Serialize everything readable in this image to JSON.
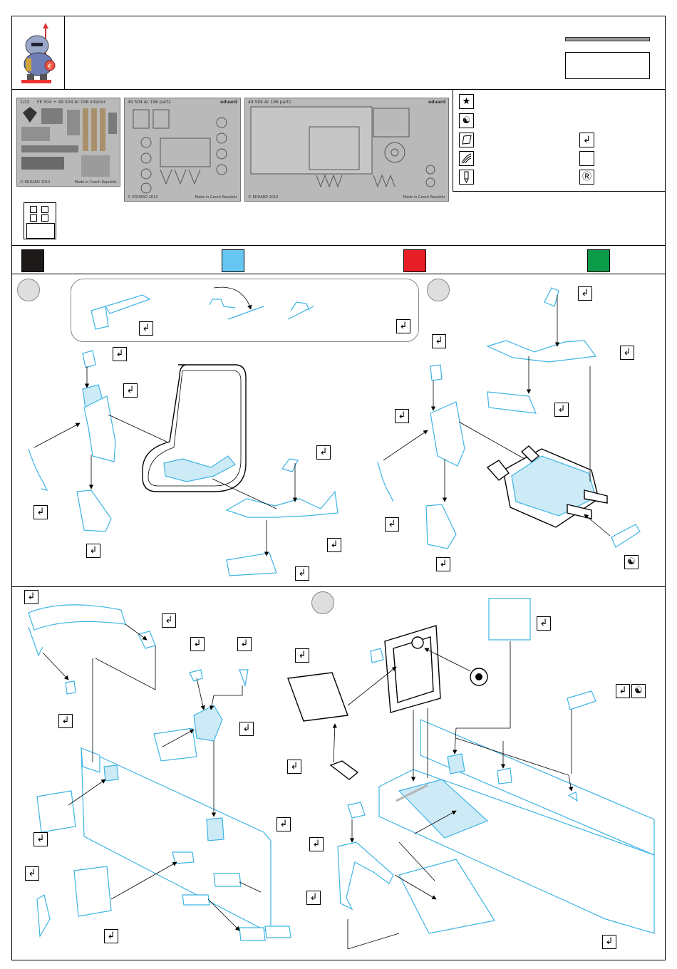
{
  "frets": [
    {
      "title": "FE 504 + 49 504  Ar 196 interior",
      "scale": "1/32",
      "maker": "© EDUARD 2013",
      "origin": "Made in Czech Republic"
    },
    {
      "title": "49 504  Ar 196  part2",
      "brand": "eduard",
      "maker": "© EDUARD 2013",
      "origin": "Made in Czech Republic"
    },
    {
      "title": "49 504  Ar 196  part1",
      "brand": "eduard",
      "maker": "© EDUARD 2013",
      "origin": "Made in Czech Republic"
    }
  ],
  "legend": {
    "star_icon": "★",
    "yinyang_icon": "☯",
    "check_icon": "↲",
    "r_icon": "Ⓡ"
  },
  "colors": {
    "black": "#1e1a1a",
    "light_blue": "#66c8f2",
    "red": "#e81e26",
    "green": "#0c9b48",
    "part_blue": "#3db4e3",
    "part_fill": "#cdeaf7"
  },
  "step_marks": {
    "yinyang": "☯",
    "check": "↲"
  }
}
